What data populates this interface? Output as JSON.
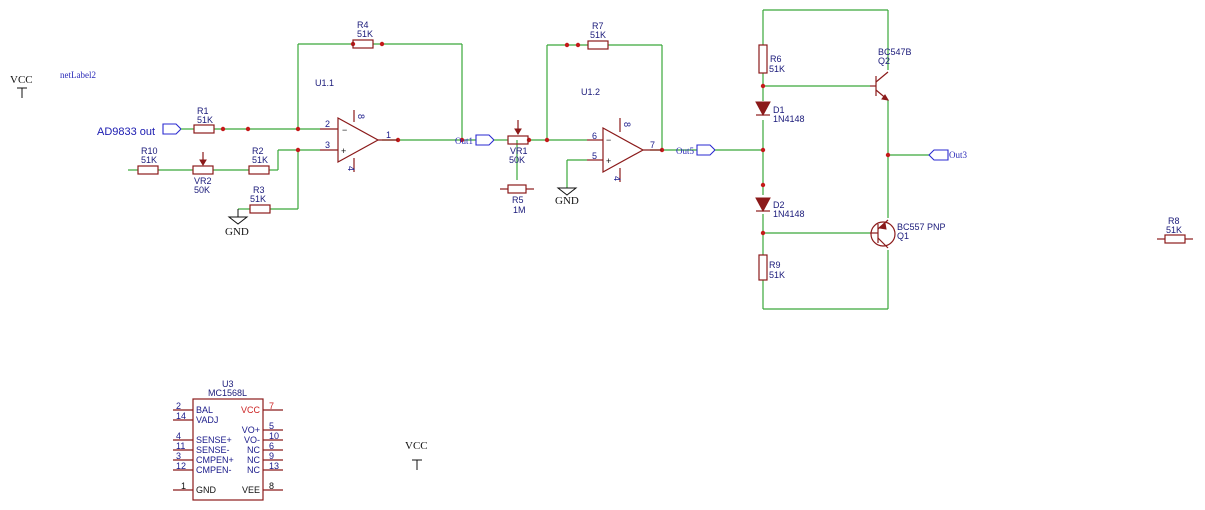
{
  "power": {
    "vcc_top_left": "VCC",
    "vcc_bottom": "VCC",
    "gnd1": "GND",
    "gnd2": "GND",
    "net_label": "netLabel2"
  },
  "ports": {
    "input": "AD9833 out",
    "out1": "Out1",
    "out5": "Out5",
    "out3": "Out3"
  },
  "opamps": {
    "u1_1": "U1.1",
    "u1_2": "U1.2",
    "u1_1_pins": {
      "inv": "2",
      "noninv": "3",
      "out": "1",
      "vplus": "8",
      "vminus": "4"
    },
    "u1_2_pins": {
      "inv": "6",
      "noninv": "5",
      "out": "7",
      "vplus": "8",
      "vminus": "4"
    }
  },
  "components": {
    "r1": {
      "ref": "R1",
      "value": "51K"
    },
    "r2": {
      "ref": "R2",
      "value": "51K"
    },
    "r3": {
      "ref": "R3",
      "value": "51K"
    },
    "r4": {
      "ref": "R4",
      "value": "51K"
    },
    "r5": {
      "ref": "R5",
      "value": "1M"
    },
    "r6": {
      "ref": "R6",
      "value": "51K"
    },
    "r7": {
      "ref": "R7",
      "value": "51K"
    },
    "r8": {
      "ref": "R8",
      "value": "51K"
    },
    "r9": {
      "ref": "R9",
      "value": "51K"
    },
    "r10": {
      "ref": "R10",
      "value": "51K"
    },
    "vr1": {
      "ref": "VR1",
      "value": "50K"
    },
    "vr2": {
      "ref": "VR2",
      "value": "50K"
    },
    "d1": {
      "ref": "D1",
      "value": "1N4148"
    },
    "d2": {
      "ref": "D2",
      "value": "1N4148"
    },
    "q1": {
      "ref": "Q1",
      "value": "BC557 PNP"
    },
    "q2": {
      "ref": "Q2",
      "value": "BC547B"
    }
  },
  "ic_u3": {
    "ref": "U3",
    "part": "MC1568L",
    "left_pins": [
      {
        "num": "2",
        "name": "BAL"
      },
      {
        "num": "14",
        "name": "VADJ"
      },
      {
        "num": "4",
        "name": "SENSE+"
      },
      {
        "num": "11",
        "name": "SENSE-"
      },
      {
        "num": "3",
        "name": "CMPEN+"
      },
      {
        "num": "12",
        "name": "CMPEN-"
      },
      {
        "num": "1",
        "name": "GND"
      }
    ],
    "right_pins": [
      {
        "num": "7",
        "name": "VCC"
      },
      {
        "num": "5",
        "name": "VO+"
      },
      {
        "num": "10",
        "name": "VO-"
      },
      {
        "num": "6",
        "name": "NC"
      },
      {
        "num": "9",
        "name": "NC"
      },
      {
        "num": "13",
        "name": "NC"
      },
      {
        "num": "8",
        "name": "VEE"
      }
    ]
  }
}
